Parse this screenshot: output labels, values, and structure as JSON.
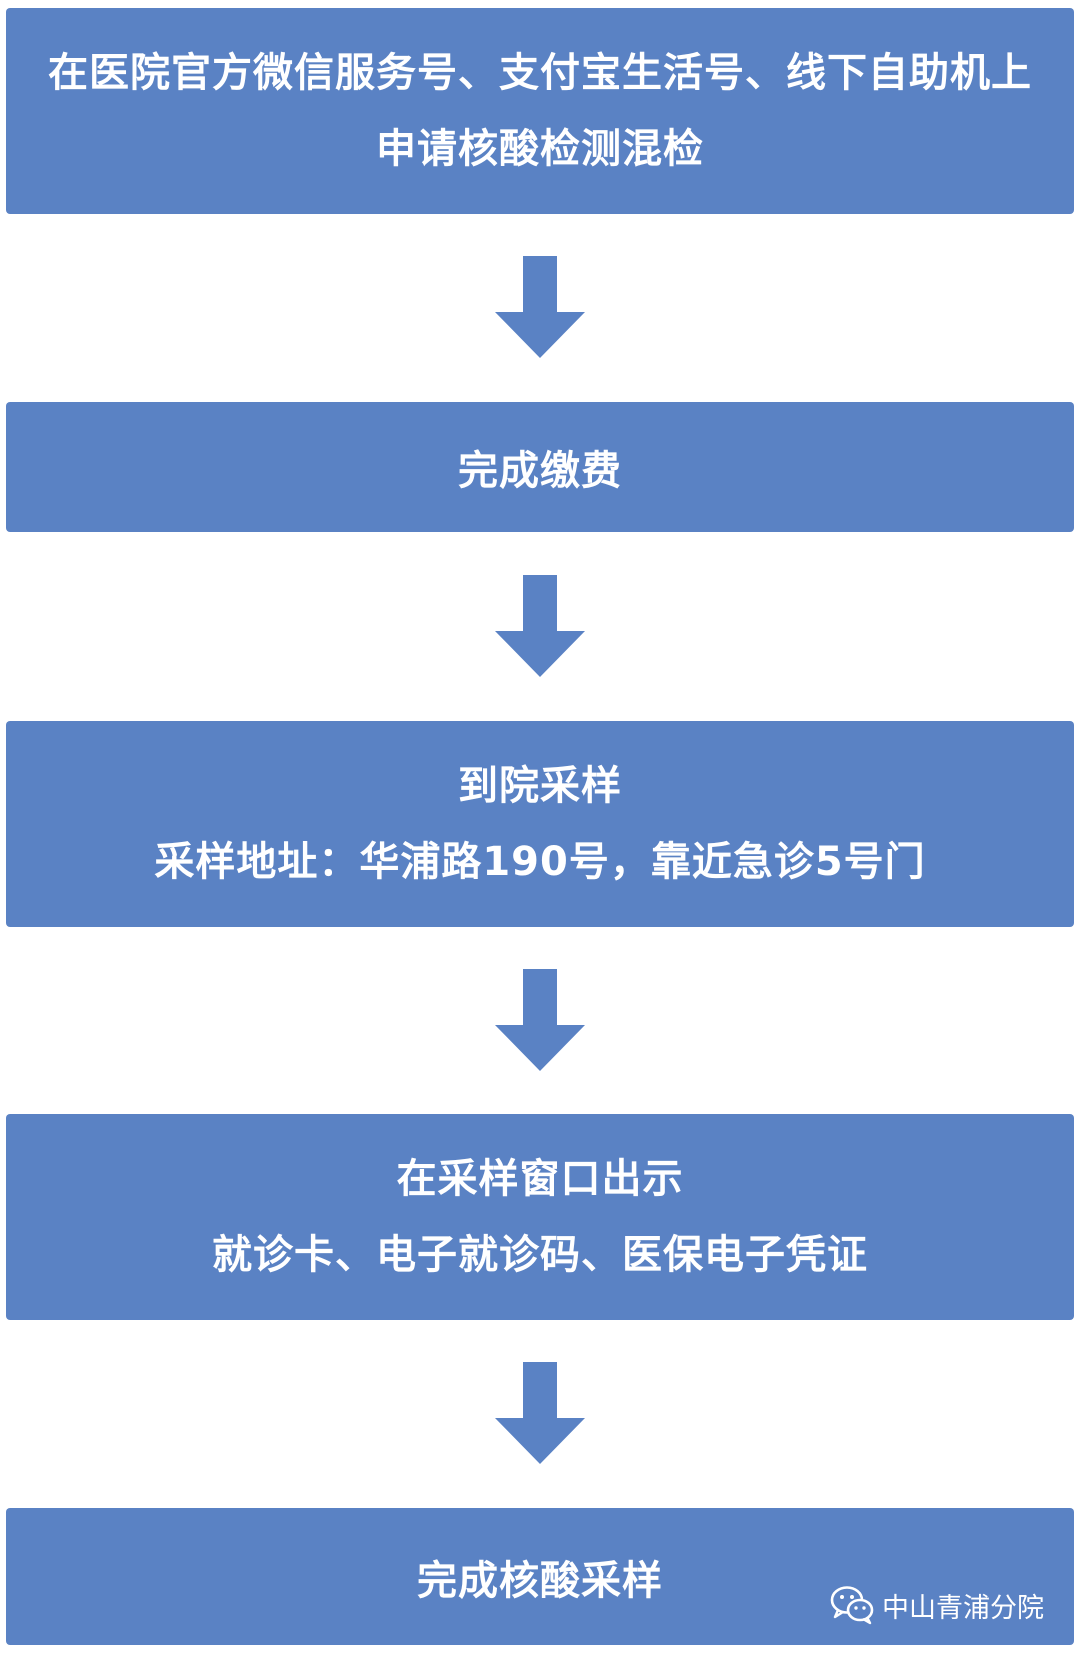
{
  "steps": [
    {
      "lines": [
        "在医院官方微信服务号、支付宝生活号、线下自助机上",
        "申请核酸检测混检"
      ]
    },
    {
      "lines": [
        "完成缴费"
      ]
    },
    {
      "lines": [
        "到院采样",
        "采样地址：华浦路190号，靠近急诊5号门"
      ]
    },
    {
      "lines": [
        "在采样窗口出示",
        "就诊卡、电子就诊码、医保电子凭证"
      ]
    },
    {
      "lines": [
        "完成核酸采样"
      ]
    }
  ],
  "watermark": {
    "icon": "wechat-icon",
    "text": "中山青浦分院"
  },
  "colors": {
    "box": "#5a82c4",
    "arrow": "#5a82c4",
    "text": "#ffffff"
  }
}
